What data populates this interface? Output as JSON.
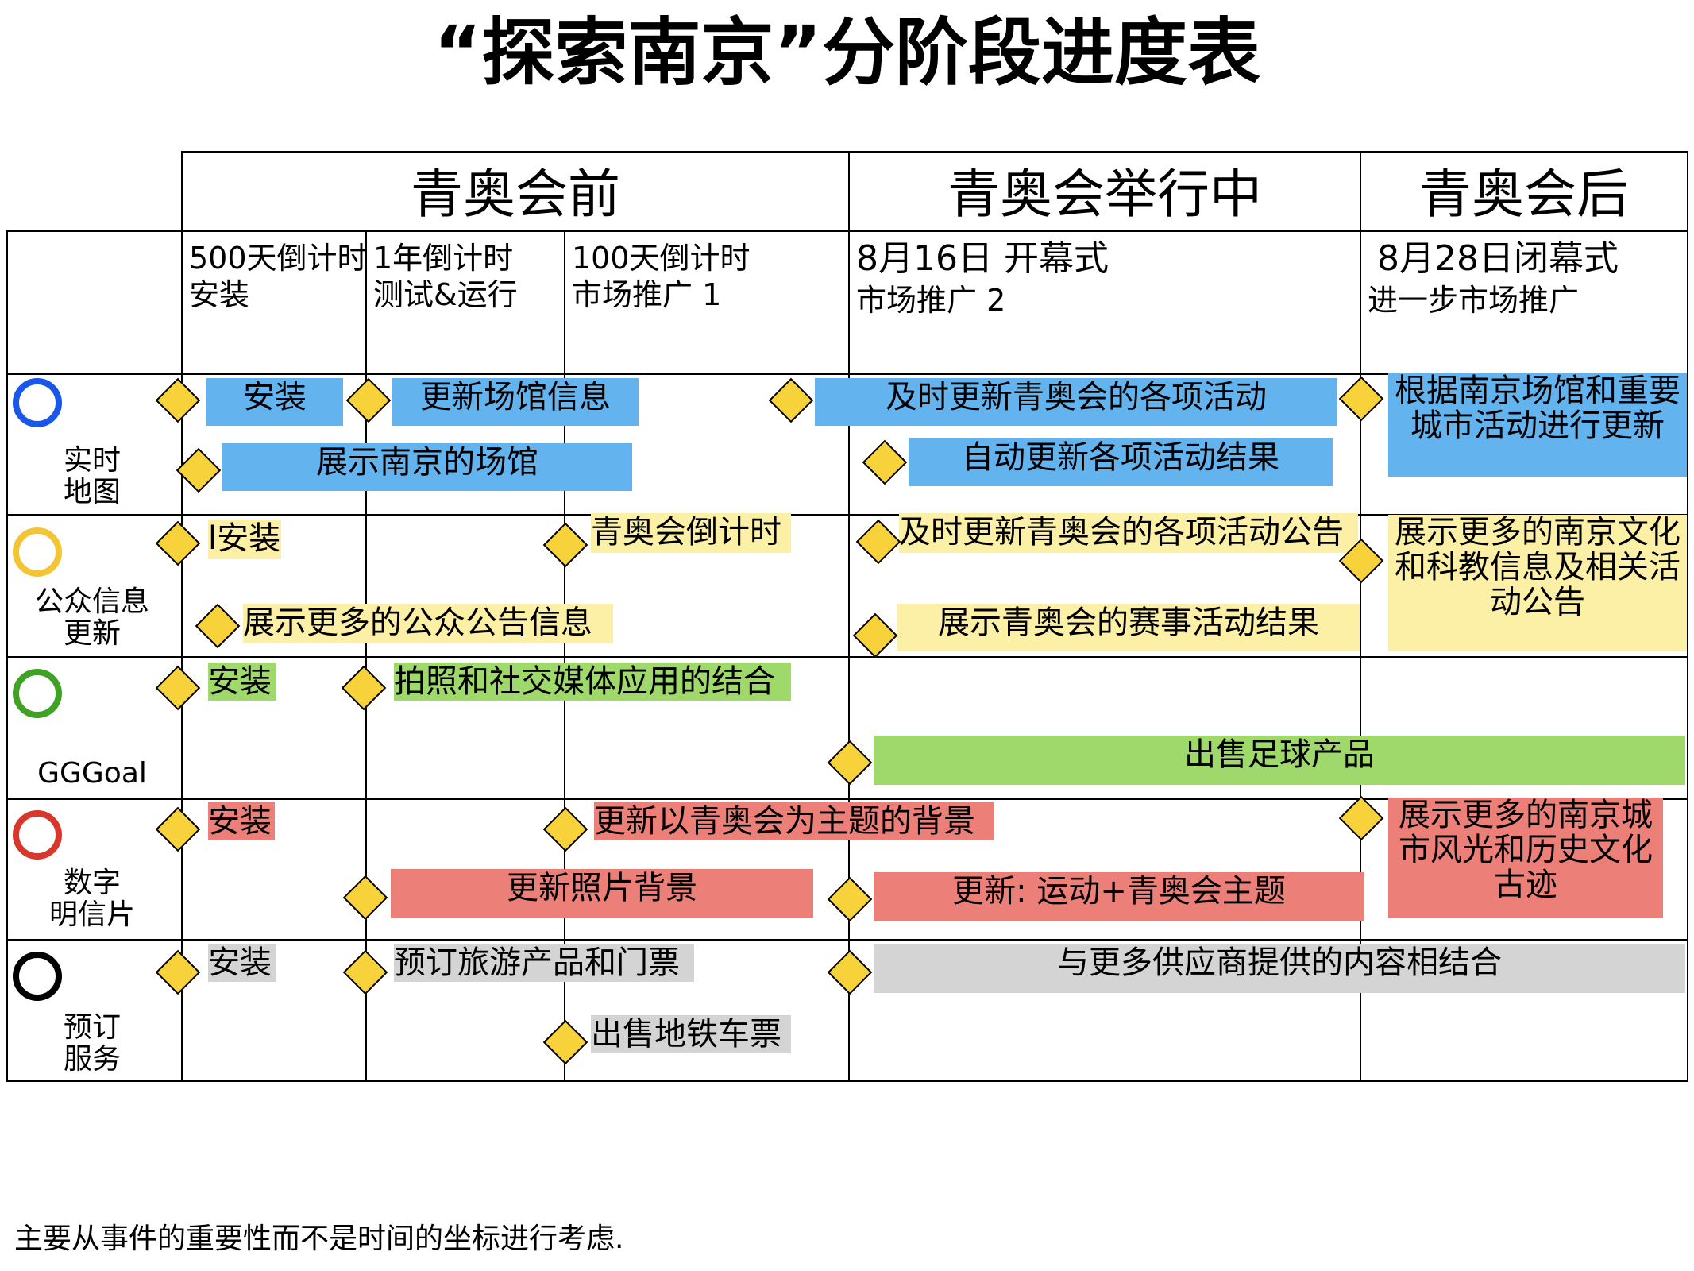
{
  "title": "“探索南京”分阶段进度表",
  "phases": [
    "青奥会前",
    "青奥会举行中",
    "青奥会后"
  ],
  "milestones": [
    {
      "line1": "500天倒计时",
      "line2": "安装"
    },
    {
      "line1": "1年倒计时",
      "line2": "测试&运行"
    },
    {
      "line1": "100天倒计时",
      "line2": "市场推广 1"
    },
    {
      "line1": "8月16日 开幕式",
      "line2": "市场推广 2"
    },
    {
      "line1": "8月28日闭幕式",
      "line2": "进一步市场推广"
    }
  ],
  "rows": [
    {
      "label": "实时\n地图",
      "circle_color": "#1a56e8"
    },
    {
      "label": "公众信息\n更新",
      "circle_color": "#f3c534"
    },
    {
      "label": "GGGoal",
      "circle_color": "#3fa224"
    },
    {
      "label": "数字\n明信片",
      "circle_color": "#d8372b"
    },
    {
      "label": "预订\n服务",
      "circle_color": "#000000"
    }
  ],
  "tasks": {
    "r1_install": "安装",
    "r1_update_venue": "更新场馆信息",
    "r1_show_venue": "展示南京的场馆",
    "r1_update_events": "及时更新青奥会的各项活动",
    "r1_auto_results": "自动更新各项活动结果",
    "r1_after": "根据南京场馆和重要城市活动进行更新",
    "r2_install": "l安装",
    "r2_countdown": "青奥会倒计时",
    "r2_more_notices": "展示更多的公众公告信息",
    "r2_update_notices": "及时更新青奥会的各项活动公告",
    "r2_results": "展示青奥会的赛事活动结果",
    "r2_after": "展示更多的南京文化和科教信息及相关活动公告",
    "r3_install": "安装",
    "r3_photo": "拍照和社交媒体应用的结合",
    "r3_sell": "出售足球产品",
    "r4_install": "安装",
    "r4_bg": "更新以青奥会为主题的背景",
    "r4_photo_bg": "更新照片背景",
    "r4_sport": "更新: 运动+青奥会主题",
    "r4_after": "展示更多的南京城市风光和历史文化古迹",
    "r5_install": "安装",
    "r5_book": "预订旅游产品和门票",
    "r5_metro": "出售地铁车票",
    "r5_suppliers": "与更多供应商提供的内容相结合"
  },
  "footer": "主要从事件的重要性而不是时间的坐标进行考虑."
}
